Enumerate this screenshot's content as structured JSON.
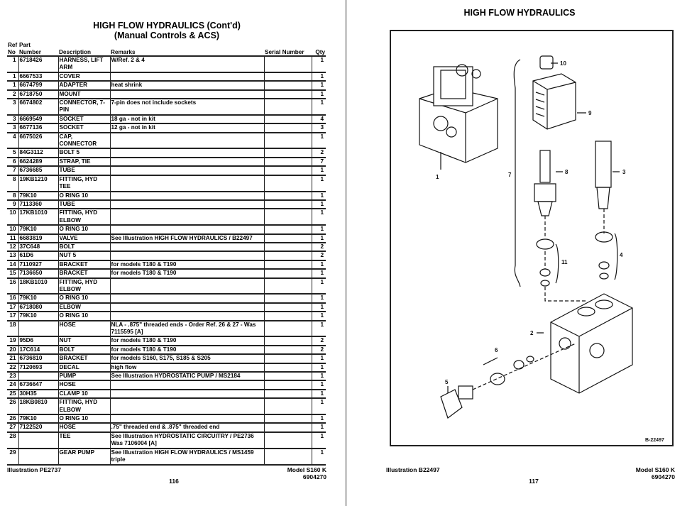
{
  "left_page": {
    "title_line1": "HIGH FLOW HYDRAULICS (Cont'd)",
    "title_line2": "(Manual Controls & ACS)",
    "headers": {
      "ref_top": "Ref",
      "ref": "No",
      "part_top": "Part",
      "part": "Number",
      "description": "Description",
      "remarks": "Remarks",
      "serial": "Serial Number",
      "qty": "Qty"
    },
    "rows": [
      {
        "ref": "1",
        "part": "6718426",
        "desc": "HARNESS, LIFT ARM",
        "remarks": "W/Ref. 2 & 4",
        "serial": "",
        "qty": "1"
      },
      {
        "ref": "1",
        "part": "6667533",
        "desc": "COVER",
        "remarks": "",
        "serial": "",
        "qty": "1"
      },
      {
        "ref": "1",
        "part": "6674799",
        "desc": "ADAPTER",
        "remarks": "heat shrink",
        "serial": "",
        "qty": "1"
      },
      {
        "ref": "2",
        "part": "6718750",
        "desc": "MOUNT",
        "remarks": "",
        "serial": "",
        "qty": "1"
      },
      {
        "ref": "3",
        "part": "6674802",
        "desc": "CONNECTOR, 7-PIN",
        "remarks": "7-pin does not include sockets",
        "serial": "",
        "qty": "1"
      },
      {
        "ref": "3",
        "part": "6669549",
        "desc": "SOCKET",
        "remarks": "18 ga - not in kit",
        "serial": "",
        "qty": "4"
      },
      {
        "ref": "3",
        "part": "6677136",
        "desc": "SOCKET",
        "remarks": "12 ga - not in kit",
        "serial": "",
        "qty": "3"
      },
      {
        "ref": "4",
        "part": "6675026",
        "desc": "CAP, CONNECTOR",
        "remarks": "",
        "serial": "",
        "qty": "1"
      },
      {
        "ref": "5",
        "part": "84G3112",
        "desc": "BOLT 5",
        "remarks": "",
        "serial": "",
        "qty": "2"
      },
      {
        "ref": "6",
        "part": "6624289",
        "desc": "STRAP, TIE",
        "remarks": "",
        "serial": "",
        "qty": "7"
      },
      {
        "ref": "7",
        "part": "6736685",
        "desc": "TUBE",
        "remarks": "",
        "serial": "",
        "qty": "1"
      },
      {
        "ref": "8",
        "part": "19KB1210",
        "desc": "FITTING, HYD TEE",
        "remarks": "",
        "serial": "",
        "qty": "1"
      },
      {
        "ref": "8",
        "part": "79K10",
        "desc": "O RING 10",
        "remarks": "",
        "serial": "",
        "qty": "1"
      },
      {
        "ref": "9",
        "part": "7113360",
        "desc": "TUBE",
        "remarks": "",
        "serial": "",
        "qty": "1"
      },
      {
        "ref": "10",
        "part": "17KB1010",
        "desc": "FITTING, HYD ELBOW",
        "remarks": "",
        "serial": "",
        "qty": "1"
      },
      {
        "ref": "10",
        "part": "79K10",
        "desc": "O RING 10",
        "remarks": "",
        "serial": "",
        "qty": "1"
      },
      {
        "ref": "11",
        "part": "6683819",
        "desc": "VALVE",
        "remarks": "See Illustration HIGH FLOW HYDRAULICS / B22497",
        "serial": "",
        "qty": "1"
      },
      {
        "ref": "12",
        "part": "37C648",
        "desc": "BOLT",
        "remarks": "",
        "serial": "",
        "qty": "2"
      },
      {
        "ref": "13",
        "part": "61D6",
        "desc": "NUT 5",
        "remarks": "",
        "serial": "",
        "qty": "2"
      },
      {
        "ref": "14",
        "part": "7110927",
        "desc": "BRACKET",
        "remarks": "for models T180 & T190",
        "serial": "",
        "qty": "1"
      },
      {
        "ref": "15",
        "part": "7136650",
        "desc": "BRACKET",
        "remarks": "for models T180 & T190",
        "serial": "",
        "qty": "1"
      },
      {
        "ref": "16",
        "part": "18KB1010",
        "desc": "FITTING, HYD ELBOW",
        "remarks": "",
        "serial": "",
        "qty": "1"
      },
      {
        "ref": "16",
        "part": "79K10",
        "desc": "O RING 10",
        "remarks": "",
        "serial": "",
        "qty": "1"
      },
      {
        "ref": "17",
        "part": "6718080",
        "desc": "ELBOW",
        "remarks": "",
        "serial": "",
        "qty": "1"
      },
      {
        "ref": "17",
        "part": "79K10",
        "desc": "O RING 10",
        "remarks": "",
        "serial": "",
        "qty": "1"
      },
      {
        "ref": "18",
        "part": "",
        "desc": "HOSE",
        "remarks": "NLA - .875\" threaded ends - Order Ref. 26 & 27 - Was 7115595 [A]",
        "serial": "",
        "qty": "1"
      },
      {
        "ref": "19",
        "part": "95D6",
        "desc": "NUT",
        "remarks": "for models T180 & T190",
        "serial": "",
        "qty": "2"
      },
      {
        "ref": "20",
        "part": "17C614",
        "desc": "BOLT",
        "remarks": "for models T180 & T190",
        "serial": "",
        "qty": "2"
      },
      {
        "ref": "21",
        "part": "6736810",
        "desc": "BRACKET",
        "remarks": "for models S160, S175, S185 & S205",
        "serial": "",
        "qty": "1"
      },
      {
        "ref": "22",
        "part": "7120693",
        "desc": "DECAL",
        "remarks": "high flow",
        "serial": "",
        "qty": "1"
      },
      {
        "ref": "23",
        "part": "",
        "desc": "PUMP",
        "remarks": "See Illustration HYDROSTATIC PUMP / MS2184",
        "serial": "",
        "qty": "1"
      },
      {
        "ref": "24",
        "part": "6736647",
        "desc": "HOSE",
        "remarks": "",
        "serial": "",
        "qty": "1"
      },
      {
        "ref": "25",
        "part": "30H35",
        "desc": "CLAMP 10",
        "remarks": "",
        "serial": "",
        "qty": "1"
      },
      {
        "ref": "26",
        "part": "18KB0810",
        "desc": "FITTING, HYD ELBOW",
        "remarks": "",
        "serial": "",
        "qty": "1"
      },
      {
        "ref": "26",
        "part": "79K10",
        "desc": "O RING 10",
        "remarks": "",
        "serial": "",
        "qty": "1"
      },
      {
        "ref": "27",
        "part": "7122520",
        "desc": "HOSE",
        "remarks": ".75\" threaded end & .875\" threaded end",
        "serial": "",
        "qty": "1"
      },
      {
        "ref": "28",
        "part": "",
        "desc": "TEE",
        "remarks": "See Illustration HYDROSTATIC CIRCUITRY / PE2736 Was 7106004 [A]",
        "serial": "",
        "qty": "1"
      },
      {
        "ref": "29",
        "part": "",
        "desc": "GEAR PUMP",
        "remarks": "See Illustration HIGH FLOW HYDRAULICS / MS1459 triple",
        "serial": "",
        "qty": "1"
      }
    ],
    "footer_illustration": "Illustration PE2737",
    "footer_model": "Model S160 K",
    "footer_doc": "6904270",
    "page_number": "116"
  },
  "right_page": {
    "title": "HIGH FLOW HYDRAULICS",
    "callouts": [
      "1",
      "2",
      "3",
      "4",
      "5",
      "6",
      "7",
      "8",
      "9",
      "10",
      "11"
    ],
    "figure_id": "B-22497",
    "footer_illustration": "Illustration B22497",
    "footer_model": "Model S160 K",
    "footer_doc": "6904270",
    "page_number": "117"
  }
}
